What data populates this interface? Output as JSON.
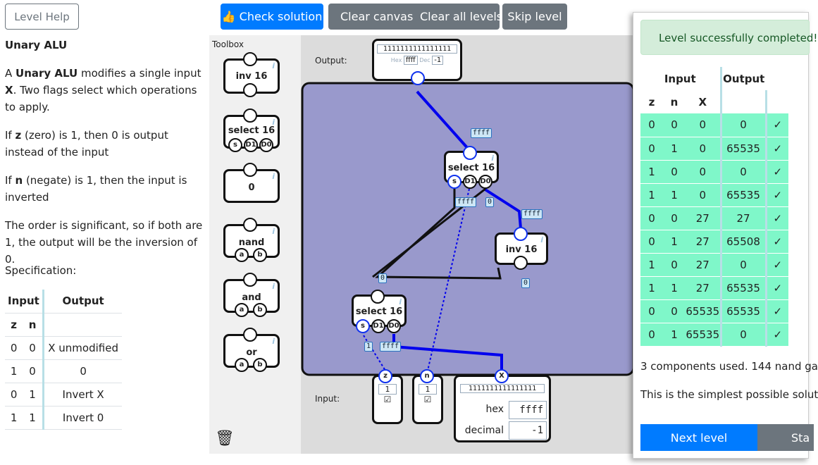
{
  "left": {
    "help_button": "Level Help",
    "title": "Unary ALU",
    "p1_a": "A ",
    "p1_b": "Unary ALU",
    "p1_c": " modifies a single input ",
    "p1_d": "X",
    "p1_e": ". Two flags select which operations to apply.",
    "p2_a": "If ",
    "p2_b": "z",
    "p2_c": " (zero) is 1, then 0 is output instead of the input",
    "p3_a": "If ",
    "p3_b": "n",
    "p3_c": " (negate) is 1, then the input is inverted",
    "p4": "The order is significant, so if both are 1, the output will be the inversion of 0.",
    "spec_label": "Specification:",
    "spec": {
      "head_input": "Input",
      "head_output": "Output",
      "col_z": "z",
      "col_n": "n",
      "rows": [
        {
          "z": "0",
          "n": "0",
          "out": "X unmodified"
        },
        {
          "z": "1",
          "n": "0",
          "out": "0"
        },
        {
          "z": "0",
          "n": "1",
          "out": "Invert X"
        },
        {
          "z": "1",
          "n": "1",
          "out": "Invert 0"
        }
      ]
    }
  },
  "toolbar": {
    "check": "Check solution",
    "clear_canvas": "Clear canvas",
    "clear_all": "Clear all levels",
    "skip": "Skip level"
  },
  "toolbox": {
    "label": "Toolbox",
    "items": [
      "inv 16",
      "select 16",
      "0",
      "nand",
      "and",
      "or"
    ],
    "pin_s": "s",
    "pin_d1": "D1",
    "pin_d0": "D0",
    "pin_a": "a",
    "pin_b": "b",
    "bits": "16",
    "info": "i"
  },
  "canvas": {
    "output_label": "Output:",
    "input_label": "Input:",
    "output_bits": "1111111111111111",
    "output_hex_label": "Hex",
    "output_hex": "ffff",
    "output_dec_label": "Dec",
    "output_dec": "-1",
    "select_top": "select 16",
    "inv": "inv 16",
    "select_bottom": "select 16",
    "wire_ffff": "ffff",
    "wire_0": "0",
    "wire_1": "1",
    "in_z": "z",
    "in_n": "n",
    "in_x": "X",
    "z_value": "1",
    "n_value": "1",
    "check": "☑",
    "x_bits": "1111111111111111",
    "x_hex_label": "hex",
    "x_hex": "ffff",
    "x_dec_label": "decimal",
    "x_dec": "-1",
    "colors": {
      "canvas": "#9999cc",
      "wire_active": "#0000ee",
      "wire_off": "#111111"
    }
  },
  "panel": {
    "success": "Level successfully completed!",
    "head_input": "Input",
    "head_output": "Output",
    "col_z": "z",
    "col_n": "n",
    "col_x": "X",
    "rows": [
      {
        "z": "0",
        "n": "0",
        "x": "0",
        "out": "0",
        "ok": "✓"
      },
      {
        "z": "0",
        "n": "1",
        "x": "0",
        "out": "65535",
        "ok": "✓"
      },
      {
        "z": "1",
        "n": "0",
        "x": "0",
        "out": "0",
        "ok": "✓"
      },
      {
        "z": "1",
        "n": "1",
        "x": "0",
        "out": "65535",
        "ok": "✓"
      },
      {
        "z": "0",
        "n": "0",
        "x": "27",
        "out": "27",
        "ok": "✓"
      },
      {
        "z": "0",
        "n": "1",
        "x": "27",
        "out": "65508",
        "ok": "✓"
      },
      {
        "z": "1",
        "n": "0",
        "x": "27",
        "out": "0",
        "ok": "✓"
      },
      {
        "z": "1",
        "n": "1",
        "x": "27",
        "out": "65535",
        "ok": "✓"
      },
      {
        "z": "0",
        "n": "0",
        "x": "65535",
        "out": "65535",
        "ok": "✓"
      },
      {
        "z": "0",
        "n": "1",
        "x": "65535",
        "out": "0",
        "ok": "✓"
      }
    ],
    "summary1": "3 components used. 144 nand ga",
    "summary2": "This is the simplest possible solut",
    "next": "Next level",
    "stay": "Sta"
  }
}
